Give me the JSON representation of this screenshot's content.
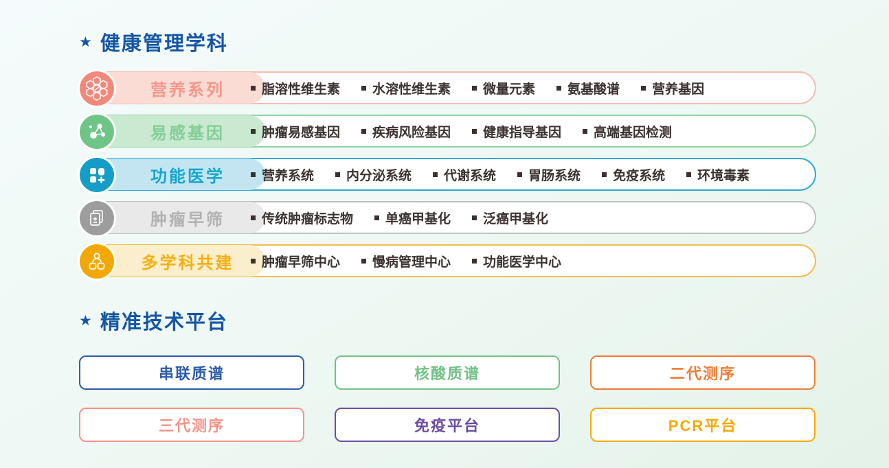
{
  "page": {
    "background_top": "#f5fbfc",
    "background_bottom": "#e4f2e9",
    "title_color": "#1456a4"
  },
  "disciplines": {
    "star": "★",
    "title": "健康管理学科",
    "rows": [
      {
        "label": "营养系列",
        "icon": "hexagon-molecules-icon",
        "circle_color": "#f0897b",
        "pill_bg": "#fadcd4",
        "label_color": "#f4978a",
        "border_color": "#f5bcb2",
        "items": [
          "脂溶性维生素",
          "水溶性维生素",
          "微量元素",
          "氨基酸谱",
          "营养基因"
        ]
      },
      {
        "label": "易感基因",
        "icon": "molecule-network-icon",
        "circle_color": "#6fc586",
        "pill_bg": "#c9e9d1",
        "label_color": "#82ce97",
        "border_color": "#93d2a4",
        "items": [
          "肿瘤易感基因",
          "疾病风险基因",
          "健康指导基因",
          "高端基因检测"
        ]
      },
      {
        "label": "功能医学",
        "icon": "grid-plus-icon",
        "circle_color": "#149ec7",
        "pill_bg": "#c3e5f2",
        "label_color": "#16a5ce",
        "border_color": "#2fa8d2",
        "items": [
          "营养系统",
          "内分泌系统",
          "代谢系统",
          "胃肠系统",
          "免疫系统",
          "环境毒素"
        ]
      },
      {
        "label": "肿瘤早筛",
        "icon": "report-document-icon",
        "circle_color": "#9d9d9d",
        "pill_bg": "#e9e9e9",
        "label_color": "#b2b2b2",
        "border_color": "#bfbfbf",
        "items": [
          "传统肿瘤标志物",
          "单癌甲基化",
          "泛癌甲基化"
        ]
      },
      {
        "label": "多学科共建",
        "icon": "team-structure-icon",
        "circle_color": "#f2a800",
        "pill_bg": "#fbeecd",
        "label_color": "#f5b011",
        "border_color": "#f2bc4b",
        "items": [
          "肿瘤早筛中心",
          "慢病管理中心",
          "功能医学中心"
        ]
      }
    ]
  },
  "platforms": {
    "star": "★",
    "title": "精准技术平台",
    "buttons": [
      {
        "label": "串联质谱",
        "color": "#2c5ca8"
      },
      {
        "label": "核酸质谱",
        "color": "#72c287"
      },
      {
        "label": "二代测序",
        "color": "#ef7b35"
      },
      {
        "label": "三代测序",
        "color": "#f29488"
      },
      {
        "label": "免疫平台",
        "color": "#6c4e9f"
      },
      {
        "label": "PCR平台",
        "color": "#f5a900"
      }
    ]
  }
}
